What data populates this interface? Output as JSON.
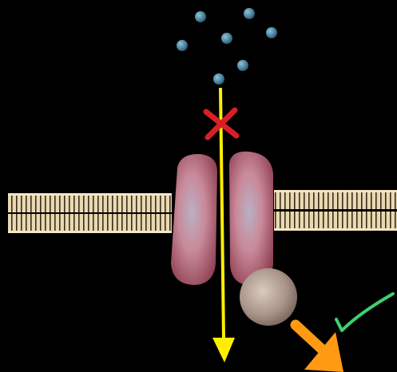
{
  "diagram": {
    "ions": [
      {
        "id": "ion-1"
      },
      {
        "id": "ion-2"
      },
      {
        "id": "ion-3"
      },
      {
        "id": "ion-4"
      },
      {
        "id": "ion-5"
      },
      {
        "id": "ion-6"
      },
      {
        "id": "ion-7"
      }
    ],
    "colors": {
      "background": "#000000",
      "ion": "#4f86a0",
      "membrane_head": "#e9d9b2",
      "membrane_tail": "#3a2c1a",
      "channel_protein": "#d37a8a",
      "regulatory_subunit": "#b9a79c",
      "flow_arrow": "#ffee00",
      "block_mark": "#d81f26",
      "check_mark": "#3bd16f",
      "direction_arrow": "#ff9a12"
    },
    "symbols": {
      "block": "cross-mark",
      "approved": "check-mark",
      "direction": "arrow-down-right"
    }
  }
}
